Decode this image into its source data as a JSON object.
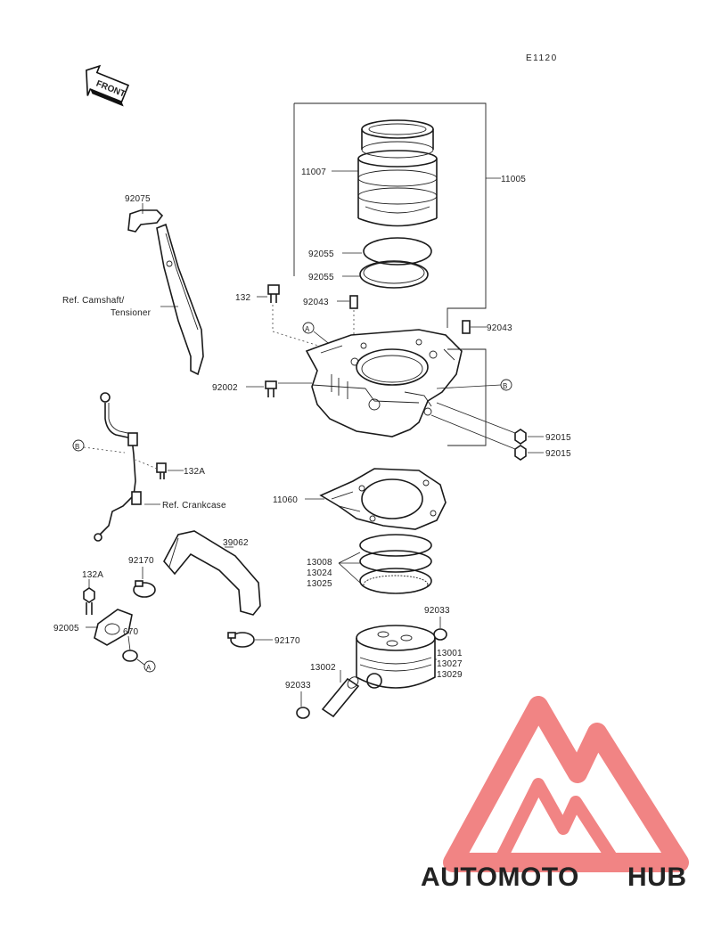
{
  "diagram_code": "E1120",
  "front_label": "FRONT",
  "callouts": {
    "c11007": "11007",
    "c11005": "11005",
    "c92075": "92075",
    "c92055a": "92055",
    "c92055b": "92055",
    "c132": "132",
    "c92043a": "92043",
    "c92043b": "92043",
    "c92002": "92002",
    "c92015a": "92015",
    "c92015b": "92015",
    "c132A_a": "132A",
    "c11060": "11060",
    "c13008": "13008",
    "c13024": "13024",
    "c13025": "13025",
    "c39062": "39062",
    "c92170a": "92170",
    "c92170b": "92170",
    "c132A_b": "132A",
    "c92005": "92005",
    "c670": "670",
    "c92033a": "92033",
    "c92033b": "92033",
    "c13001": "13001",
    "c13027": "13027",
    "c13029": "13029",
    "c13002": "13002"
  },
  "references": {
    "camshaft_line1": "Ref. Camshaft/",
    "camshaft_line2": "Tensioner",
    "crankcase": "Ref. Crankcase"
  },
  "markers": {
    "a1": "A",
    "a2": "A",
    "b1": "B",
    "b2": "B"
  },
  "watermark": {
    "part1": "AUTOMOTO",
    "part2": "HUB",
    "color1": "#f6b87a",
    "color2": "#444444",
    "logo_color": "#ef6f6f"
  }
}
